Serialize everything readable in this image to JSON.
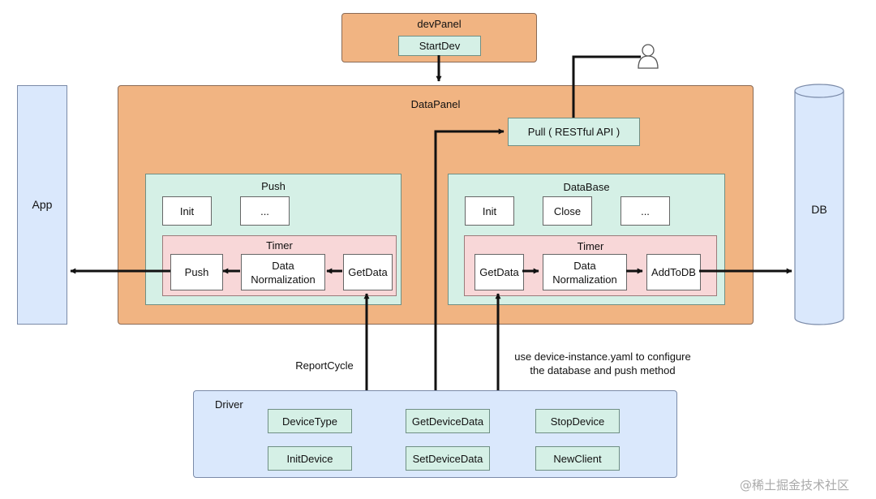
{
  "devPanel": {
    "title": "devPanel",
    "startDev": "StartDev"
  },
  "dataPanel": {
    "title": "DataPanel",
    "pull": "Pull ( RESTful API )",
    "push": {
      "title": "Push",
      "init": "Init",
      "more": "...",
      "timer": {
        "title": "Timer",
        "push": "Push",
        "normalization": "Data\nNormalization",
        "getData": "GetData"
      }
    },
    "database": {
      "title": "DataBase",
      "init": "Init",
      "close": "Close",
      "more": "...",
      "timer": {
        "title": "Timer",
        "getData": "GetData",
        "normalization": "Data\nNormalization",
        "addToDB": "AddToDB"
      }
    }
  },
  "app": {
    "label": "App"
  },
  "db": {
    "label": "DB"
  },
  "annotations": {
    "reportCycle": "ReportCycle",
    "configNote": "use device-instance.yaml to configure\nthe database and push method"
  },
  "driver": {
    "title": "Driver",
    "items": [
      "DeviceType",
      "GetDeviceData",
      "StopDevice",
      "InitDevice",
      "SetDeviceData",
      "NewClient"
    ]
  },
  "watermark": "@稀土掘金技术社区"
}
